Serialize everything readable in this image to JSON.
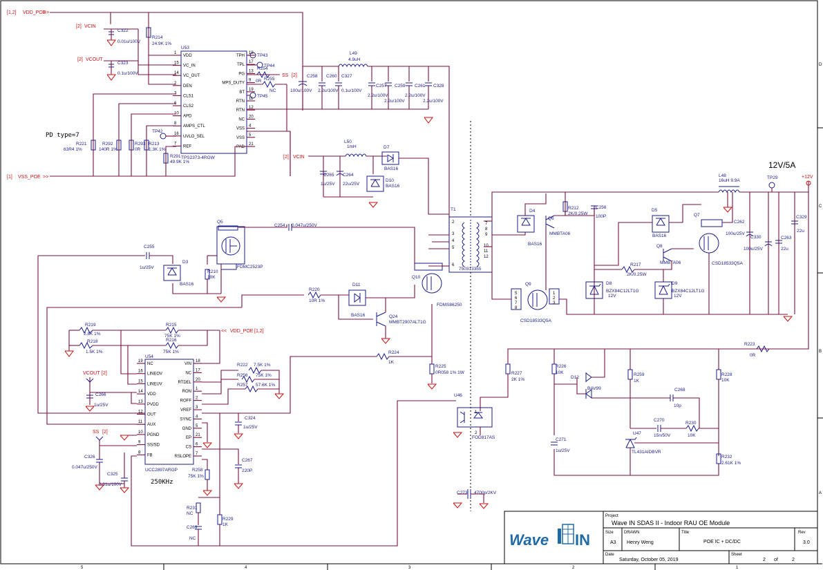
{
  "nets": {
    "vdd_poe_top": "VDD_POE",
    "vdd_poe_top_ref": "[1,2]",
    "vcin_1": "VCIN",
    "vcin_1_ref": "[2]",
    "vcout_1": "VCOUT",
    "vcout_1_ref": "[2]",
    "vss_poe": "VSS_POE",
    "vss_poe_ref": "[1]",
    "vcin_2": "VCIN",
    "vcin_2_ref": "[2]",
    "ss_1": "SS",
    "ss_1_ref": "[2]",
    "vdd_poe_2": "VDD_POE",
    "vdd_poe_2_ref": "[1,2]",
    "vcout_2": "VCOUT",
    "vcout_2_ref": "[2]",
    "ss_2": "SS",
    "ss_2_ref": "[2]",
    "plus12v": "+12V",
    "tp29": "TP29"
  },
  "notes": {
    "pd_type": "PD type=7",
    "output_rating": "12V/5A",
    "freq": "250KHz"
  },
  "u53": {
    "ref": "U53",
    "part": "TPS2373-4RGW",
    "left_pins": [
      {
        "num": "1",
        "name": "VDD"
      },
      {
        "num": "15",
        "name": "VC_IN"
      },
      {
        "num": "14",
        "name": "VC_OUT"
      },
      {
        "num": "2",
        "name": "DEN"
      },
      {
        "num": "3",
        "name": "CLS1"
      },
      {
        "num": "6",
        "name": "CLS2"
      },
      {
        "num": "10",
        "name": "APD"
      },
      {
        "num": "8",
        "name": "AMPS_CTL"
      },
      {
        "num": "16",
        "name": "UVLO_SEL"
      },
      {
        "num": "7",
        "name": "REF"
      }
    ],
    "right_pins": [
      {
        "num": "18",
        "name": "TPH"
      },
      {
        "num": "17",
        "name": "TPL"
      },
      {
        "num": "13",
        "name": "PG"
      },
      {
        "num": "9",
        "name": "MPS_DUTY"
      },
      {
        "num": "19",
        "name": "BT"
      },
      {
        "num": "11",
        "name": "RTN"
      },
      {
        "num": "12",
        "name": "RTN"
      },
      {
        "num": "20",
        "name": "NC"
      },
      {
        "num": "4",
        "name": "VSS"
      },
      {
        "num": "5",
        "name": "VSS"
      },
      {
        "num": "21",
        "name": "PAD"
      }
    ]
  },
  "u54": {
    "ref": "U54",
    "part": "UCC2897ARGP",
    "left_pins": [
      {
        "num": "19",
        "name": "NC"
      },
      {
        "num": "16",
        "name": "LINEOV"
      },
      {
        "num": "15",
        "name": "LINEUV"
      },
      {
        "num": "14",
        "name": "VDD"
      },
      {
        "num": "13",
        "name": "PVDD"
      },
      {
        "num": "12",
        "name": "OUT"
      },
      {
        "num": "11",
        "name": "AUX"
      },
      {
        "num": "10",
        "name": "PGND"
      },
      {
        "num": "9",
        "name": "SS/SD"
      },
      {
        "num": "8",
        "name": "FB"
      }
    ],
    "right_pins": [
      {
        "num": "18",
        "name": "VIN"
      },
      {
        "num": "17",
        "name": "NC"
      },
      {
        "num": "20",
        "name": "RTDEL"
      },
      {
        "num": "1",
        "name": "RON"
      },
      {
        "num": "2",
        "name": "ROFF"
      },
      {
        "num": "3",
        "name": "VREF"
      },
      {
        "num": "4",
        "name": "SYNC"
      },
      {
        "num": "5",
        "name": "GND"
      },
      {
        "num": "21",
        "name": "EP"
      },
      {
        "num": "6",
        "name": "CS"
      },
      {
        "num": "7",
        "name": "RSLOPE"
      }
    ]
  },
  "parts": {
    "c322": [
      "C322",
      "0.01u/100V"
    ],
    "r214": [
      "R214",
      "24.9K 1%"
    ],
    "c323": [
      "C323",
      "0.1u/100V"
    ],
    "tp43": "TP43",
    "tp44": "TP44",
    "tp45": "TP45",
    "r254": [
      "R254",
      "0R"
    ],
    "r255": [
      "R255",
      "NC"
    ],
    "c258": [
      "C258",
      "100u/100V"
    ],
    "l49": [
      "L49",
      "4.9uH"
    ],
    "c260": [
      "C260",
      "2.2u/100V"
    ],
    "c327": [
      "C327",
      "0.1u/100V"
    ],
    "c257": [
      "C257",
      "2.2u/100V"
    ],
    "c259": [
      "C259",
      "2.2u/100V"
    ],
    "c261": [
      "C261",
      "2.2u/100V"
    ],
    "c328": [
      "C328",
      "2.2u/100V"
    ],
    "r221": [
      "R221",
      "63R4 1%"
    ],
    "r292": [
      "R292",
      "140R 1%"
    ],
    "r293": [
      "R293",
      "0R"
    ],
    "r213": [
      "R213",
      "1.3K 1%"
    ],
    "tp42": "TP42",
    "r291": [
      "R291",
      "49.9K 1%"
    ],
    "l50": [
      "L50",
      "1mH"
    ],
    "d7": [
      "D7",
      "BAS16"
    ],
    "c265": [
      "C265",
      "1u/25V"
    ],
    "c264": [
      "C264",
      "22u/25V"
    ],
    "d10": [
      "D10",
      "BAS16"
    ],
    "q5": [
      "Q5",
      "FDMC2523P"
    ],
    "c254": [
      "C254",
      "0.047u/250V"
    ],
    "c255": [
      "C255",
      "1u/25V"
    ],
    "d3": [
      "D3",
      "BAS16"
    ],
    "r210": [
      "R210",
      "10K"
    ],
    "t1": [
      "T1",
      "750313355"
    ],
    "q10": [
      "Q10",
      "FDMS86250"
    ],
    "r220": [
      "R220",
      "10R 1%"
    ],
    "d11": [
      "D11",
      "BAS16"
    ],
    "q24": [
      "Q24",
      "MMBT2907ALT1G"
    ],
    "r219": [
      "R219",
      "2.8K 1%"
    ],
    "r215": [
      "R215",
      "75K 1%"
    ],
    "r218": [
      "R218",
      "1.5K 1%"
    ],
    "r216": [
      "R216",
      "75K 1%"
    ],
    "r222": [
      "R222",
      "7.5K 1%"
    ],
    "r256": [
      "R256",
      "75K 1%"
    ],
    "r257": [
      "R257",
      "57.6K 1%"
    ],
    "r224": [
      "R224",
      "1K"
    ],
    "r225": [
      "R225",
      "0R058 1% 1W"
    ],
    "c266": [
      "C266",
      "1u/25V"
    ],
    "c324": [
      "C324",
      "1u/25V"
    ],
    "c267": [
      "C267",
      "220P"
    ],
    "r258": [
      "R258",
      "75K 1%"
    ],
    "c326": [
      "C326",
      "0.047u/250V"
    ],
    "c325": [
      "C325",
      "0.01u/100V"
    ],
    "r231": [
      "R231",
      "NC"
    ],
    "c269": [
      "C269",
      "NC"
    ],
    "r229": [
      "R229",
      "1K"
    ],
    "l48": [
      "L48",
      "16uH 9.9A"
    ],
    "d4": [
      "D4",
      "BAS16"
    ],
    "q6": [
      "Q6",
      "MMBTA06"
    ],
    "r212": [
      "R212",
      "2K/0.25W"
    ],
    "c256": [
      "C256",
      "100P"
    ],
    "d5": [
      "D5",
      "BAS16"
    ],
    "q8": [
      "Q8",
      "MMBTA06"
    ],
    "r217": [
      "R217",
      "2K/0.25W"
    ],
    "q7": [
      "Q7",
      "CSD18533Q5A"
    ],
    "c262": [
      "C262",
      "100u/25V"
    ],
    "c330": [
      "C330",
      "100u/25V"
    ],
    "c263": [
      "C263",
      "22u"
    ],
    "c329": [
      "C329",
      "22u"
    ],
    "q9": [
      "Q9",
      "CSD18533Q5A"
    ],
    "d8": [
      "D8",
      "BZX84C12LT1G",
      "12V"
    ],
    "d9": [
      "D9",
      "BZX84C12LT1G",
      "12V"
    ],
    "r223": [
      "R223",
      "0R"
    ],
    "r227": [
      "R227",
      "2K 1%"
    ],
    "r226": [
      "R226",
      "10K"
    ],
    "d12": [
      "D12",
      "BAV99"
    ],
    "r259": [
      "R259",
      "1K"
    ],
    "r228": [
      "R228",
      "10K"
    ],
    "c268": [
      "C268",
      "10p"
    ],
    "u46": [
      "U46",
      "FOD817AS"
    ],
    "c270": [
      "C270",
      "15n/50V"
    ],
    "r230": [
      "R230",
      "10K"
    ],
    "u47": [
      "U47",
      "TL431AIDBVR"
    ],
    "c271": [
      "C271",
      "1u/25V"
    ],
    "r232": [
      "R232",
      "2.61K 1%"
    ],
    "c273": [
      "C273",
      "4700p/2KV"
    ]
  },
  "title_block": {
    "project_label": "Project",
    "project": "Wave IN SDAS II - Indoor RAU OE Module",
    "size_label": "Size",
    "size": "A3",
    "drawn_label": "DRAWN",
    "drawn": "Henry Weng",
    "title_label": "Title",
    "title": "POE IC + DC/DC",
    "rev_label": "Rev",
    "rev": "3.0",
    "date_label": "Date",
    "date": "Saturday, October 05, 2019",
    "sheet_label": "Sheet",
    "sheet": "2",
    "of": "of",
    "sheets": "2",
    "logo_word": "Wave",
    "logo_in": "IN"
  },
  "frame": {
    "cols": [
      "5",
      "4",
      "3",
      "2",
      "1"
    ],
    "rows": [
      "D",
      "C",
      "B",
      "A"
    ]
  }
}
